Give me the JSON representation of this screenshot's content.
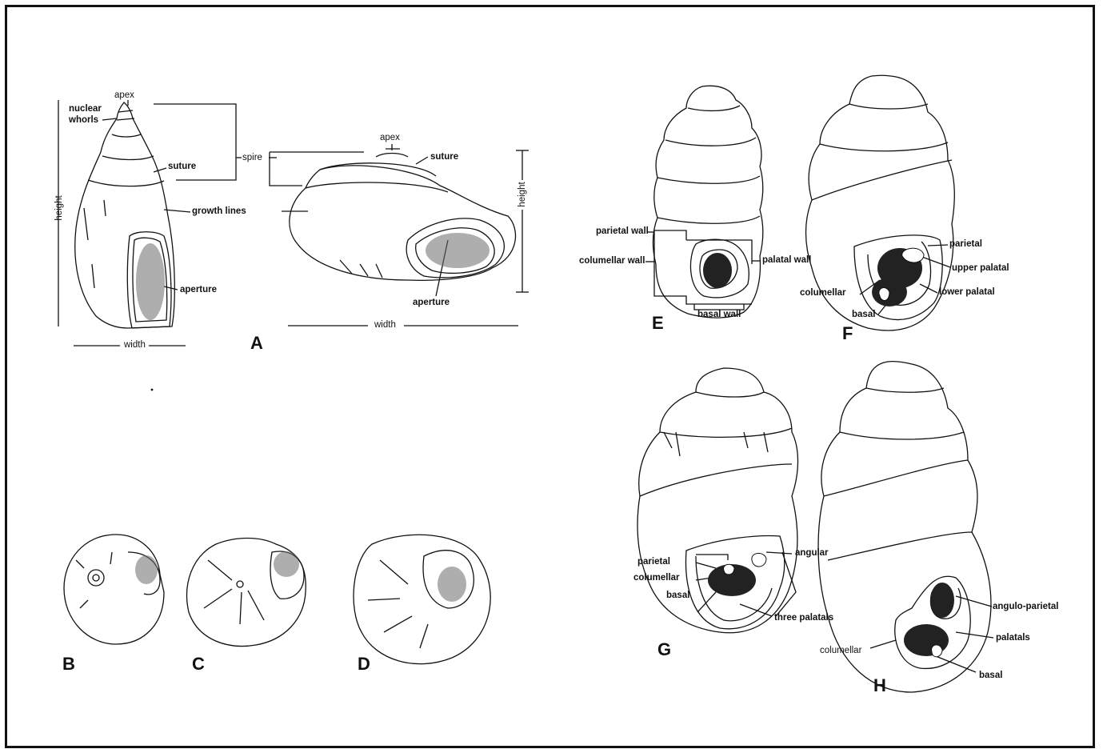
{
  "panels": {
    "A": "A",
    "B": "B",
    "C": "C",
    "D": "D",
    "E": "E",
    "F": "F",
    "G": "G",
    "H": "H"
  },
  "labels_a_left": {
    "apex": "apex",
    "nuclear": "nuclear",
    "whorls": "whorls",
    "suture": "suture",
    "height": "height",
    "width": "width",
    "growth_lines": "growth lines",
    "aperture": "aperture",
    "spire": "spire"
  },
  "labels_a_right": {
    "apex": "apex",
    "suture": "suture",
    "height": "height",
    "width": "width",
    "aperture": "aperture"
  },
  "labels_e": {
    "parietal_wall": "parietal wall",
    "columellar_wall": "columellar wall",
    "palatal_wall": "palatal wall",
    "basal_wall": "basal wall"
  },
  "labels_f": {
    "parietal": "parietal",
    "upper_palatal": "upper palatal",
    "lower_palatal": "lower palatal",
    "columellar": "columellar",
    "basal": "basal"
  },
  "labels_g": {
    "angular": "angular",
    "parietal": "parietal",
    "columellar": "columellar",
    "basal": "basal",
    "three_palatals": "three palatals"
  },
  "labels_h": {
    "angulo_parietal": "angulo-parietal",
    "palatals": "palatals",
    "columellar": "columellar",
    "basal": "basal"
  }
}
